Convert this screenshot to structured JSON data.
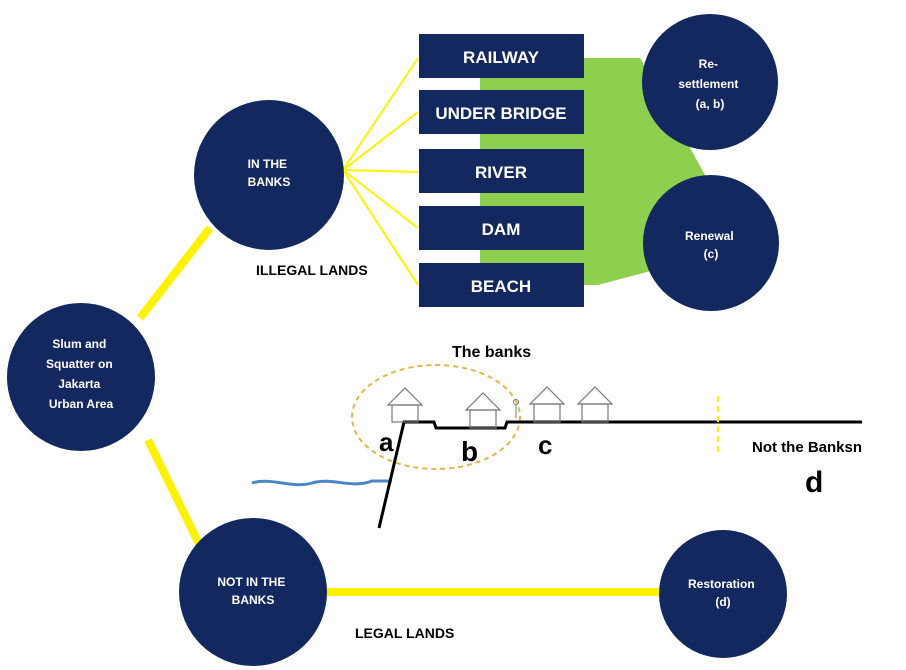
{
  "root_circle": {
    "lines": [
      "Slum and",
      "Squatter on",
      "Jakarta",
      "Urban Area"
    ]
  },
  "in_banks_circle": {
    "lines": [
      "IN THE",
      "BANKS"
    ]
  },
  "not_in_banks_circle": {
    "lines": [
      "NOT IN THE",
      "BANKS"
    ]
  },
  "resettlement_circle": {
    "lines": [
      "Re-",
      "settlement",
      "(a, b)"
    ]
  },
  "renewal_circle": {
    "lines": [
      "Renewal",
      "(c)"
    ]
  },
  "restoration_circle": {
    "lines": [
      "Restoration",
      "(d)"
    ]
  },
  "bank_types": [
    "RAILWAY",
    "UNDER BRIDGE",
    "RIVER",
    "DAM",
    "BEACH"
  ],
  "illegal_lands_label": "ILLEGAL LANDS",
  "legal_lands_label": "LEGAL LANDS",
  "the_banks_label": "The banks",
  "not_the_banks_label": "Not  the Banksn",
  "zone_letters": {
    "a": "a",
    "b": "b",
    "c": "c",
    "d": "d"
  },
  "colors": {
    "navy": "#13285e",
    "yellow": "#fff200",
    "green": "#8dcf4f",
    "water": "#4a86c8",
    "dashed": "#e0b84a"
  }
}
